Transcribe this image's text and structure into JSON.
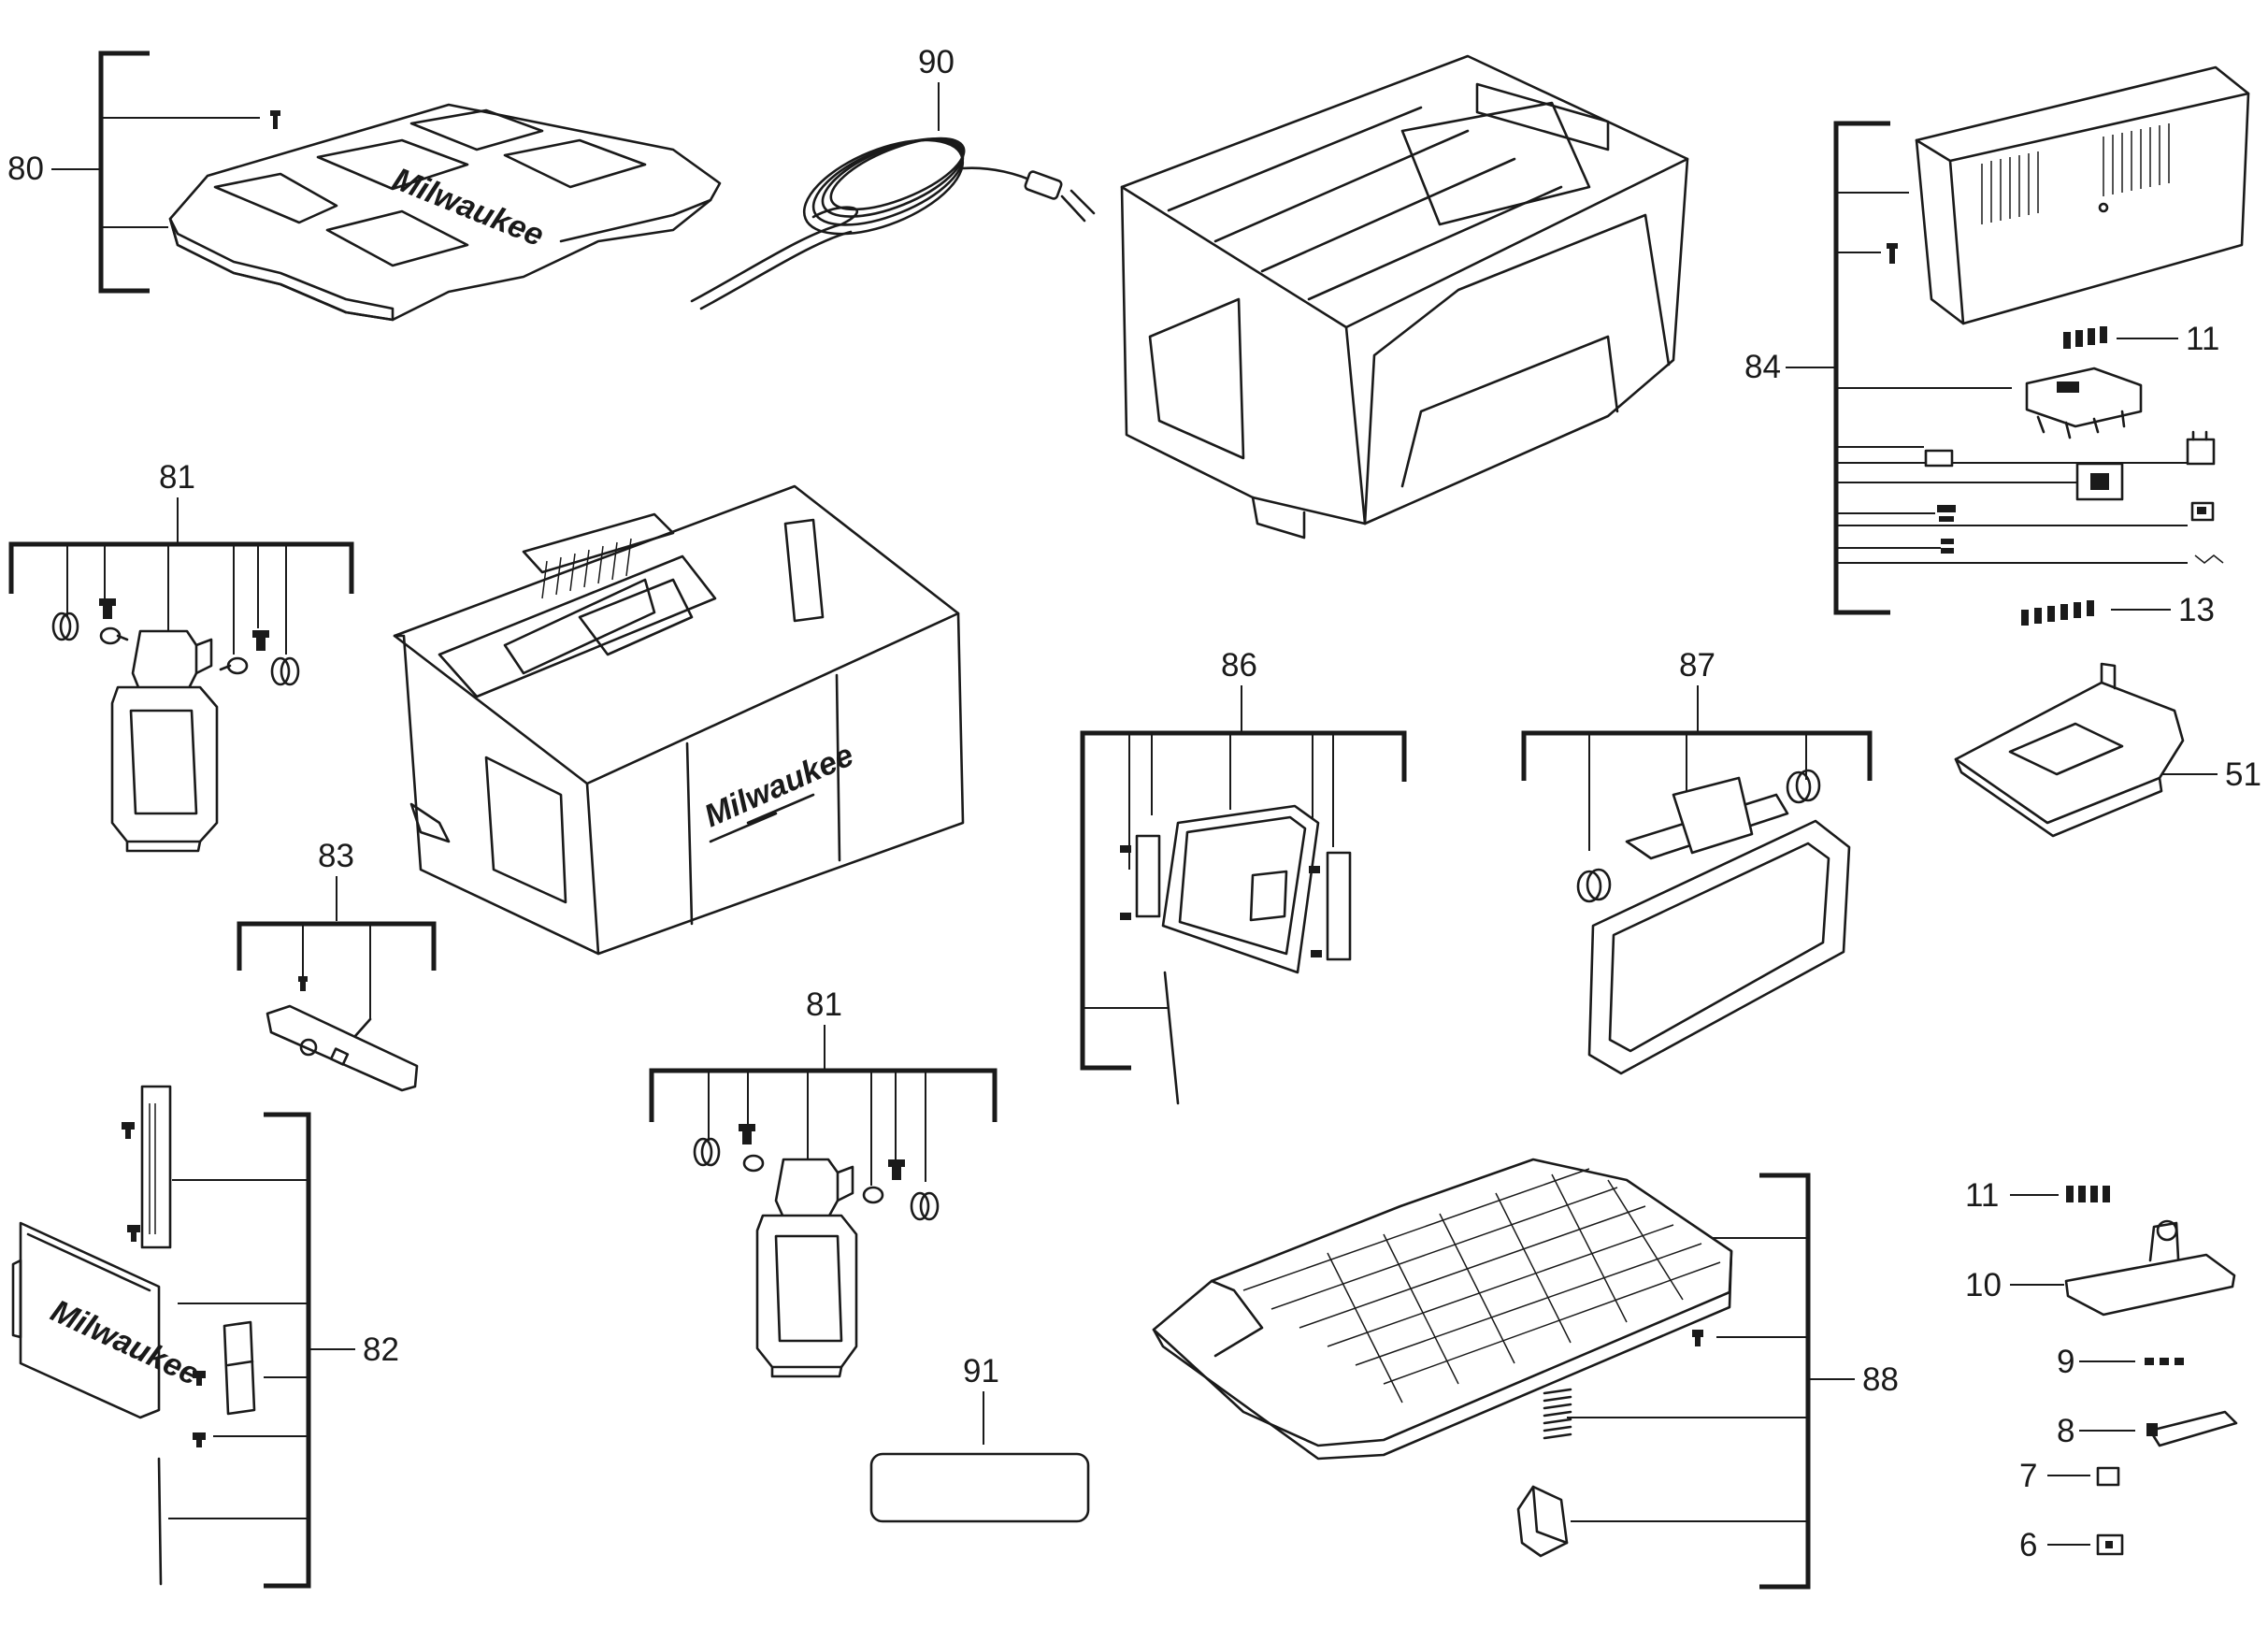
{
  "diagram": {
    "labels": {
      "l80": "80",
      "l90": "90",
      "l84": "84",
      "l11a": "11",
      "l13": "13",
      "l51": "51",
      "l81a": "81",
      "l86": "86",
      "l87": "87",
      "l83": "83",
      "l81b": "81",
      "l82": "82",
      "l91": "91",
      "l88": "88",
      "l11b": "11",
      "l10": "10",
      "l9": "9",
      "l8": "8",
      "l7": "7",
      "l6": "6"
    },
    "brand": "Milwaukee",
    "colors": {
      "ink": "#1a1a1a",
      "paper": "#ffffff"
    }
  }
}
